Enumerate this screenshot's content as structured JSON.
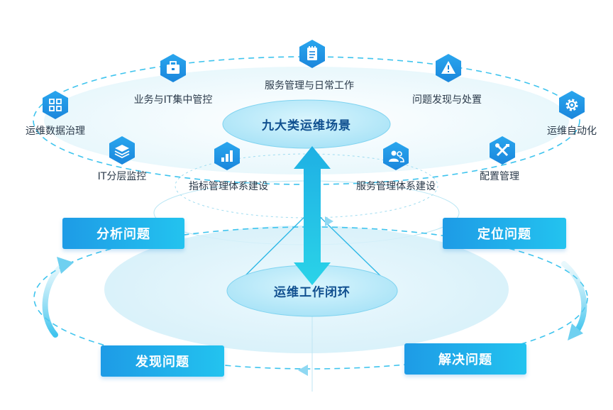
{
  "center_top": "九大类运维场景",
  "center_bottom": "运维工作闭环",
  "scenarios": [
    {
      "label": "运维数据治理",
      "icon": "grid-icon"
    },
    {
      "label": "业务与IT集中管控",
      "icon": "briefcase-icon"
    },
    {
      "label": "服务管理与日常工作",
      "icon": "notepad-icon"
    },
    {
      "label": "问题发现与处置",
      "icon": "warning-icon"
    },
    {
      "label": "运维自动化",
      "icon": "gear-icon"
    },
    {
      "label": "IT分层监控",
      "icon": "layers-icon"
    },
    {
      "label": "指标管理体系建设",
      "icon": "bar-chart-icon"
    },
    {
      "label": "服务管理体系建设",
      "icon": "users-icon"
    },
    {
      "label": "配置管理",
      "icon": "tools-icon"
    }
  ],
  "loop_steps": {
    "analyze": "分析问题",
    "locate": "定位问题",
    "discover": "发现问题",
    "solve": "解决问题"
  },
  "colors": {
    "primary_blue": "#1e9be6",
    "accent_cyan": "#23c3ef",
    "dashed_line": "#3fc4ee"
  }
}
